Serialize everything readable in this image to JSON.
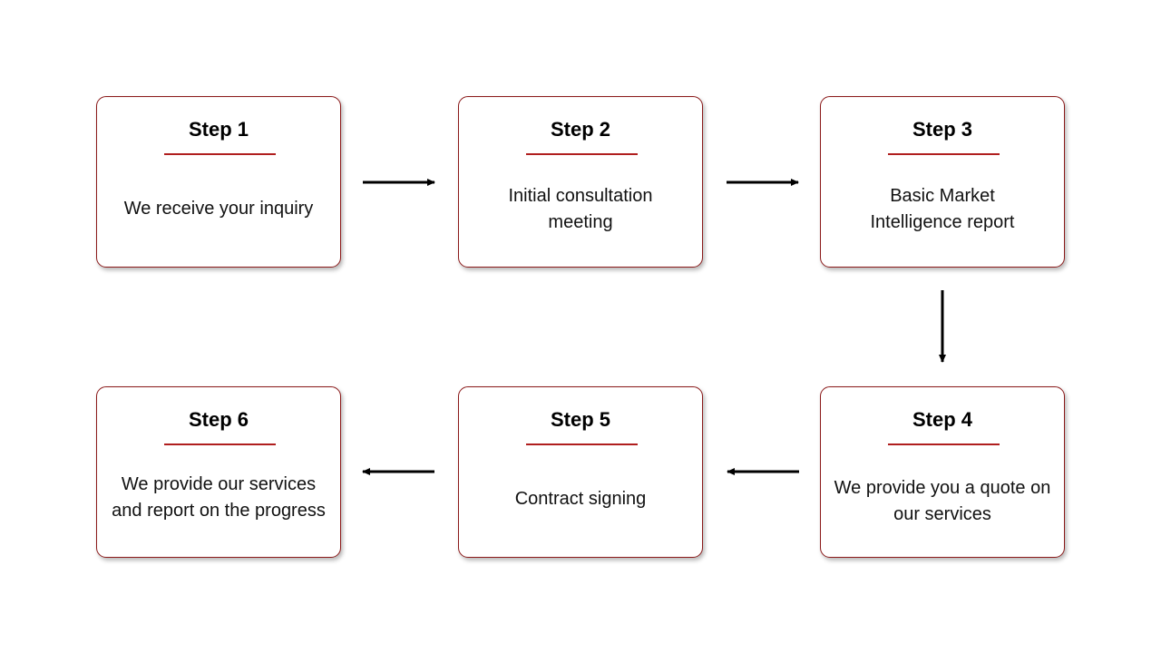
{
  "steps": [
    {
      "title": "Step 1",
      "description": "We receive your inquiry"
    },
    {
      "title": "Step 2",
      "description": "Initial consultation meeting"
    },
    {
      "title": "Step 3",
      "description": "Basic Market Intelligence report"
    },
    {
      "title": "Step 4",
      "description": "We provide you a quote on our services"
    },
    {
      "title": "Step 5",
      "description": "Contract signing"
    },
    {
      "title": "Step 6",
      "description": "We provide our services and report on the progress"
    }
  ],
  "colors": {
    "box_border": "#8b1a1a",
    "title_rule": "#b01e1e",
    "arrow": "#000000",
    "text": "#111111"
  }
}
